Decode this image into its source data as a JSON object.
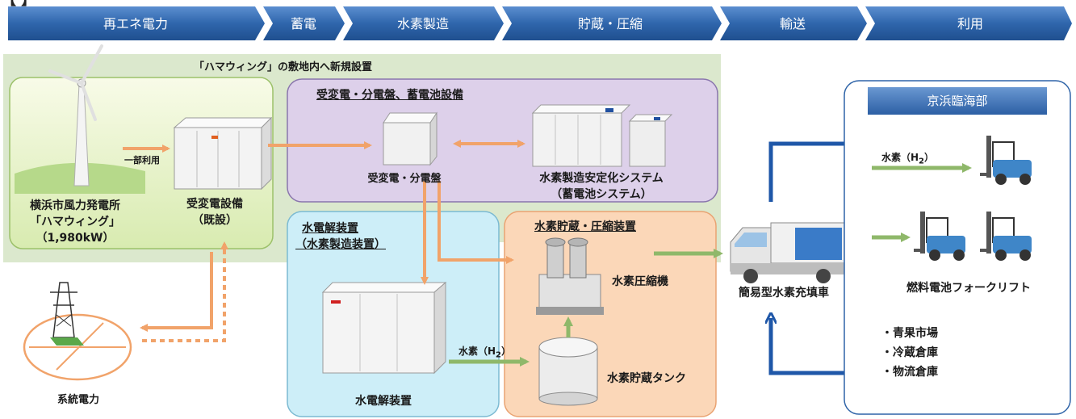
{
  "header_fragment": "【                                              】",
  "phases": [
    "再エネ電力",
    "蓄電",
    "水素製造",
    "貯蔵・圧縮",
    "輸送",
    "利用"
  ],
  "site_label": "「ハマウィング」の敷地内へ新規設置",
  "windmill": {
    "line1": "横浜市風力発電所",
    "line2": "「ハマウィング」",
    "line3": "（1,980kW）"
  },
  "partial_use": "一部利用",
  "substation_existing": {
    "line1": "受変電設備",
    "line2": "（既設）"
  },
  "purple_panel": {
    "title": "受変電・分電盤、蓄電池設備",
    "switchboard": "受変電・分電盤",
    "stabilizer_line1": "水素製造安定化システム",
    "stabilizer_line2": "（蓄電池システム）"
  },
  "electrolysis_panel": {
    "title_line1": "水電解装置",
    "title_line2": "（水素製造装置）",
    "device_label": "水電解装置",
    "hydrogen_label": "水素（H",
    "hydrogen_sub": "2",
    "hydrogen_close": "）"
  },
  "storage_panel": {
    "title": "水素貯蔵・圧縮装置",
    "compressor": "水素圧縮機",
    "tank": "水素貯蔵タンク"
  },
  "truck_label": "簡易型水素充填車",
  "grid_label": "系統電力",
  "keihin_panel": {
    "title": "京浜臨海部",
    "hydrogen_label": "水素（H",
    "hydrogen_sub": "2",
    "hydrogen_close": "）",
    "forklift_label": "燃料電池フォークリフト",
    "uses": [
      "・青果市場",
      "・冷蔵倉庫",
      "・物流倉庫"
    ]
  },
  "colors": {
    "phase_bar": "#2e64a3",
    "green_area": "#dbe8cd",
    "purple_panel": "#ddd0ea",
    "blue_panel": "#cdeef8",
    "orange_panel": "#fbd7b8",
    "orange_arrow": "#f1a36a",
    "green_arrow": "#8fb86a",
    "blue_line": "#1f57a8"
  }
}
